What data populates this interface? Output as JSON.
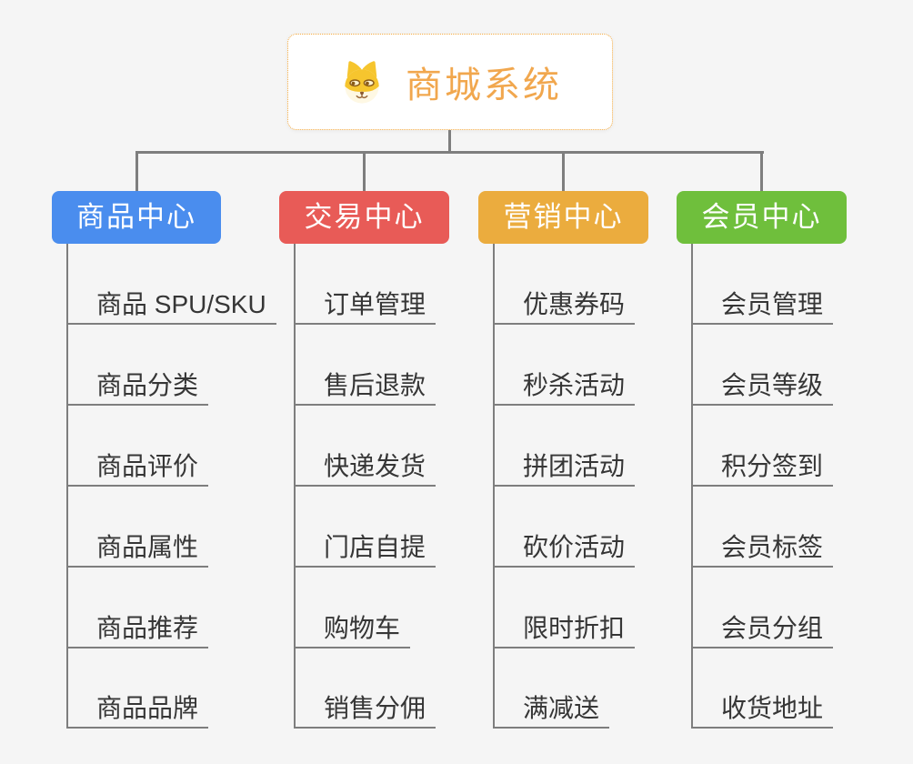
{
  "root": {
    "title": "商城系统",
    "icon": "shiba-dog-icon",
    "border_color": "#f3a93f",
    "title_color": "#f1a74e"
  },
  "connector_color": "#7e7e7e",
  "background_color": "#f5f5f5",
  "item_text_color": "#363636",
  "branches": [
    {
      "label": "商品中心",
      "color": "#4a8dee",
      "items": [
        "商品 SPU/SKU",
        "商品分类",
        "商品评价",
        "商品属性",
        "商品推荐",
        "商品品牌"
      ]
    },
    {
      "label": "交易中心",
      "color": "#e85b57",
      "items": [
        "订单管理",
        "售后退款",
        "快递发货",
        "门店自提",
        "购物车",
        "销售分佣"
      ]
    },
    {
      "label": "营销中心",
      "color": "#ebac3e",
      "items": [
        "优惠券码",
        "秒杀活动",
        "拼团活动",
        "砍价活动",
        "限时折扣",
        "满减送"
      ]
    },
    {
      "label": "会员中心",
      "color": "#6fbf3c",
      "items": [
        "会员管理",
        "会员等级",
        "积分签到",
        "会员标签",
        "会员分组",
        "收货地址"
      ]
    }
  ]
}
